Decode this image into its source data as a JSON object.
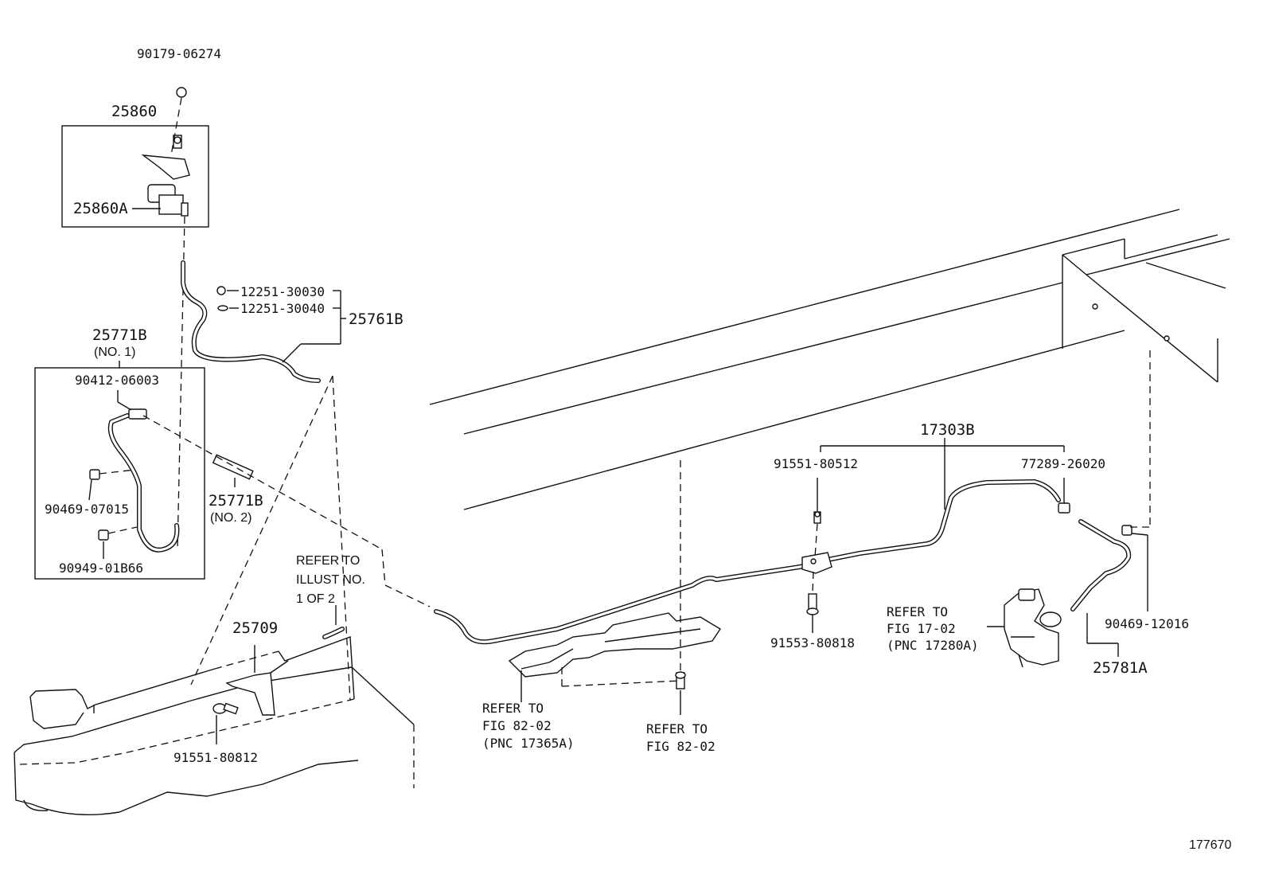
{
  "figure_id": "177670",
  "parts": {
    "p90179": "90179-06274",
    "p25860": "25860",
    "p25860A": "25860A",
    "p12251_30030": "12251-30030",
    "p12251_30040": "12251-30040",
    "p25761B": "25761B",
    "p25771B_a": "25771B",
    "no1": "(NO. 1)",
    "p90412": "90412-06003",
    "p90469_07015": "90469-07015",
    "p90949": "90949-01B66",
    "p25771B_b": "25771B",
    "no2": "(NO. 2)",
    "p25709": "25709",
    "p91551_80812": "91551-80812",
    "p17303B": "17303B",
    "p91551_80512": "91551-80512",
    "p77289": "77289-26020",
    "p91553": "91553-80818",
    "p90469_12016": "90469-12016",
    "p25781A": "25781A"
  },
  "refs": {
    "illust": [
      "REFER TO",
      "ILLUST NO.",
      "1 OF 2"
    ],
    "fig82_a": [
      "REFER TO",
      "FIG 82-02",
      "(PNC 17365A)"
    ],
    "fig82_b": [
      "REFER TO",
      "FIG 82-02"
    ],
    "fig17": [
      "REFER TO",
      "FIG 17-02",
      "(PNC 17280A)"
    ]
  }
}
